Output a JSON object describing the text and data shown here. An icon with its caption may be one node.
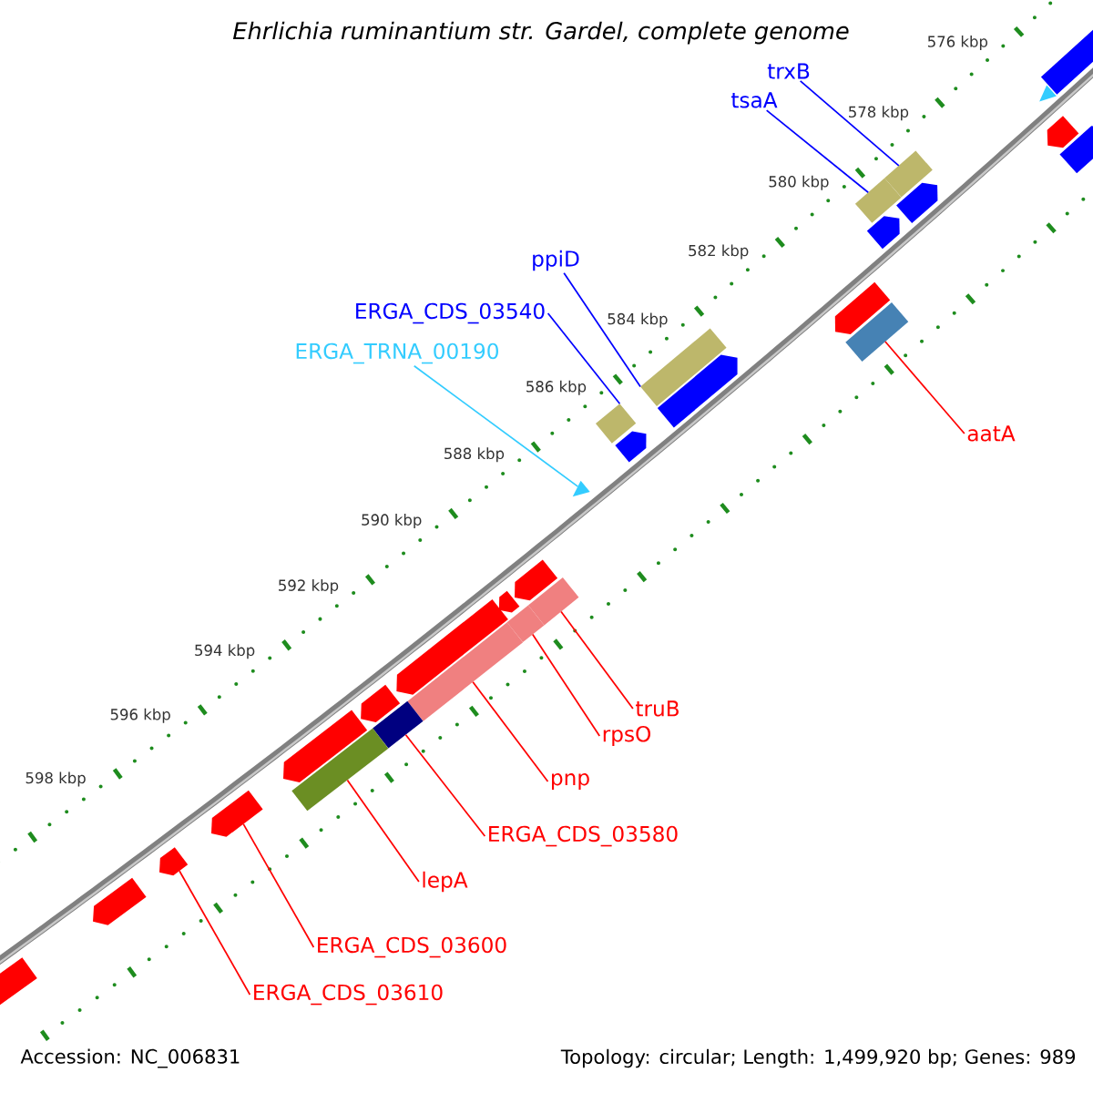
{
  "diagram": {
    "title": "Ehrlichia ruminantium str. Gardel, complete genome",
    "nodes": [
      {
        "text": [
          "trxB"
        ]
      },
      {
        "text": [
          "tsaA"
        ]
      },
      {
        "text": [
          "ppiD"
        ]
      },
      {
        "text": [
          "ERGA_CDS_03540"
        ]
      },
      {
        "text": [
          "ERGA_TRNA_00190"
        ]
      },
      {
        "text": [
          "aatA"
        ]
      },
      {
        "text": [
          "truB"
        ]
      },
      {
        "text": [
          "rpsO"
        ]
      },
      {
        "text": [
          "pnp"
        ]
      },
      {
        "text": [
          "ERGA_CDS_03580"
        ]
      },
      {
        "text": [
          "lepA"
        ]
      },
      {
        "text": [
          "ERGA_CDS_03600"
        ]
      },
      {
        "text": [
          "ERGA_CDS_03610"
        ]
      },
      {
        "text": [],
        "shape": "bar"
      },
      {
        "text": [],
        "shape": "bar"
      },
      {
        "text": [],
        "shape": "bar"
      },
      {
        "text": [],
        "shape": "bar"
      },
      {
        "text": [],
        "shape": "triangle"
      },
      {
        "text": [],
        "shape": "bar"
      },
      {
        "text": [],
        "shape": "bar"
      },
      {
        "text": [],
        "shape": "bar"
      },
      {
        "text": [],
        "shape": "bar"
      },
      {
        "text": [],
        "shape": "bar"
      },
      {
        "text": [],
        "shape": "bar"
      },
      {
        "text": [],
        "shape": "pentagon"
      },
      {
        "text": [],
        "shape": "pentagon"
      },
      {
        "text": [],
        "shape": "pentagon"
      },
      {
        "text": [],
        "shape": "pentagon"
      },
      {
        "text": [],
        "shape": "pentagon"
      },
      {
        "text": [],
        "shape": "pentagon"
      },
      {
        "text": [],
        "shape": "pentagon"
      },
      {
        "text": [],
        "shape": "triangle"
      },
      {
        "text": [],
        "shape": "pentagon"
      },
      {
        "text": [],
        "shape": "pentagon"
      },
      {
        "text": [],
        "shape": "pentagon"
      },
      {
        "text": [],
        "shape": "pentagon"
      },
      {
        "text": [],
        "shape": "pentagon"
      },
      {
        "text": [],
        "shape": "pentagon"
      },
      {
        "text": [],
        "shape": "pentagon"
      },
      {
        "text": [],
        "shape": "pentagon"
      },
      {
        "text": [],
        "shape": "pentagon"
      },
      {
        "text": [],
        "shape": "pentagon"
      }
    ],
    "edges": [
      {
        "from": 0,
        "to": 13,
        "arrow": "none",
        "color": "#0000ff"
      },
      {
        "from": 1,
        "to": 14,
        "arrow": "none",
        "color": "#0000ff"
      },
      {
        "from": 2,
        "to": 15,
        "arrow": "none",
        "color": "#0000ff"
      },
      {
        "from": 3,
        "to": 16,
        "arrow": "none",
        "color": "#0000ff"
      },
      {
        "from": 4,
        "to": 17,
        "arrow": "none",
        "color": "#33ccff"
      },
      {
        "from": 5,
        "to": 18,
        "arrow": "none"
      },
      {
        "from": 6,
        "to": 19,
        "arrow": "none"
      },
      {
        "from": 7,
        "to": 20,
        "arrow": "none"
      },
      {
        "from": 8,
        "to": 21,
        "arrow": "none"
      },
      {
        "from": 9,
        "to": 22,
        "arrow": "none"
      },
      {
        "from": 10,
        "to": 23,
        "arrow": "none"
      },
      {
        "from": 11,
        "to": 24,
        "arrow": "none"
      },
      {
        "from": 12,
        "to": 25,
        "arrow": "none"
      }
    ],
    "labels": [
      "576 kbp",
      "578 kbp",
      "580 kbp",
      "582 kbp",
      "584 kbp",
      "586 kbp",
      "588 kbp",
      "590 kbp",
      "592 kbp",
      "594 kbp",
      "596 kbp",
      "598 kbp",
      "Accession: NC_006831",
      "Topology: circular; Length: 1,499,920 bp; Genes: 989"
    ]
  }
}
